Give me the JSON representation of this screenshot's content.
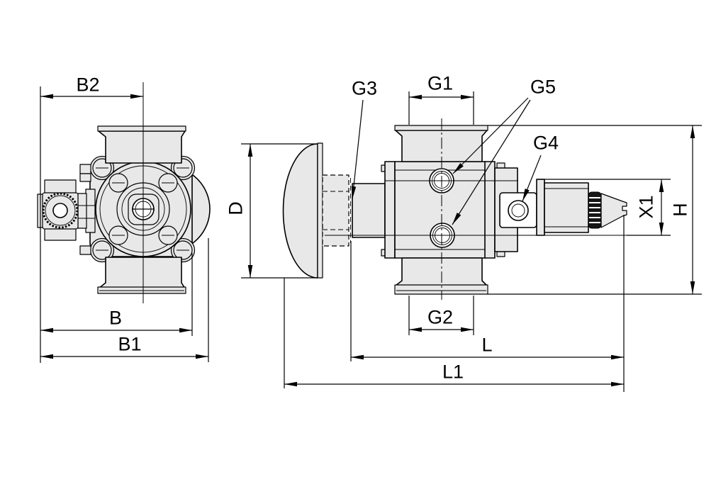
{
  "drawing": {
    "type": "technical-dimension-drawing",
    "views": {
      "front": {
        "labels": {
          "b2": "B2",
          "b": "B",
          "b1": "B1"
        }
      },
      "side": {
        "labels": {
          "d": "D",
          "g1": "G1",
          "g2": "G2",
          "g3": "G3",
          "g4": "G4",
          "g5": "G5",
          "l": "L",
          "l1": "L1",
          "x1": "X1",
          "h": "H"
        }
      }
    },
    "colors": {
      "line": "#000000",
      "metal_fill": "#e8e8e8",
      "background": "#ffffff",
      "knurl_fill": "#151515",
      "port_fill": "#ffffff"
    }
  }
}
